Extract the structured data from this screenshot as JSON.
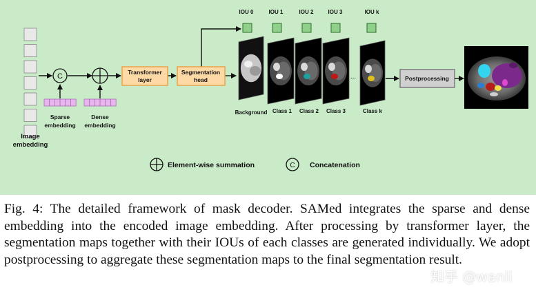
{
  "diagram": {
    "image_embedding_label": [
      "Image",
      "embedding"
    ],
    "sparse_embedding_label": [
      "Sparse",
      "embedding"
    ],
    "dense_embedding_label": [
      "Dense",
      "embedding"
    ],
    "concat_symbol": "C",
    "transformer_label": [
      "Transformer",
      "layer"
    ],
    "segmentation_label": [
      "Segmentation",
      "head"
    ],
    "iou_labels": [
      "IOU 0",
      "IOU 1",
      "IOU 2",
      "IOU 3",
      "IOU k"
    ],
    "map_labels": [
      "Background",
      "Class 1",
      "Class 2",
      "Class 3",
      "Class k"
    ],
    "ellipsis": "...",
    "postprocessing_label": "Postprocessing",
    "legend": {
      "sum_label": "Element-wise summation",
      "concat_label": "Concatenation"
    },
    "colors": {
      "panel": "#c9ebc8",
      "box_fill": "#fdd9a6",
      "box_stroke": "#e8a24a",
      "iou_fill": "#8fd08a",
      "embed_tile": "#e7b6ec",
      "embed_stroke": "#b06bbd"
    }
  },
  "caption": {
    "text": "Fig. 4: The detailed framework of mask decoder. SAMed integrates the sparse and dense embedding into the encoded image embedding. After processing by transformer layer, the segmentation maps together with their IOUs of each classes are generated individually. We adopt postprocessing to aggregate these segmentation maps to the final segmentation result."
  },
  "watermark": "知乎 @wanli"
}
